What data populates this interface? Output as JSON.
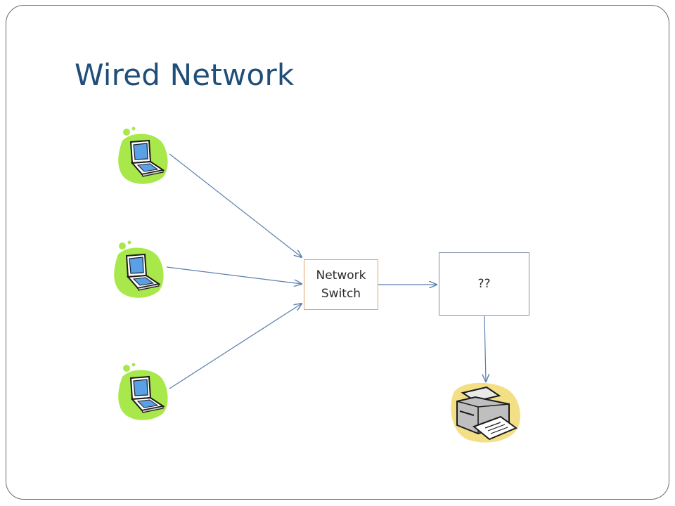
{
  "slide": {
    "title": "Wired Network"
  },
  "nodes": {
    "laptops": [
      {
        "icon": "laptop-icon"
      },
      {
        "icon": "laptop-icon"
      },
      {
        "icon": "laptop-icon"
      }
    ],
    "switch": {
      "line1": "Network",
      "line2": "Switch"
    },
    "unknown": {
      "label": "??"
    },
    "printer": {
      "icon": "printer-icon"
    }
  },
  "colors": {
    "title": "#1f4e79",
    "connector": "#5a7fae",
    "switch_border": "#e4a063",
    "unknown_border": "#7f8fa6",
    "laptop_blob": "#a8e84a",
    "laptop_screen": "#5aa0e6",
    "printer_blob": "#f3df86"
  }
}
